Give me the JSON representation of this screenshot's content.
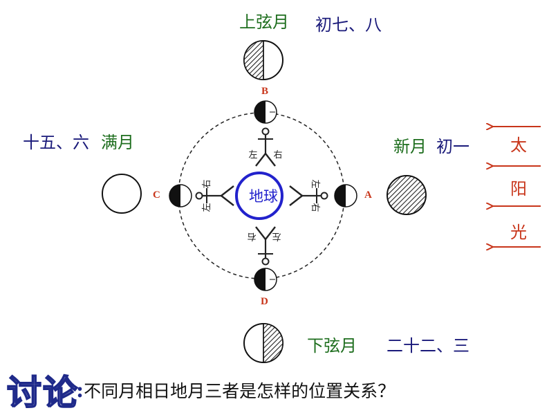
{
  "phases": {
    "first_quarter": {
      "name": "上弦月",
      "dates": "初七、八"
    },
    "full": {
      "dates": "十五、六",
      "name": "满月"
    },
    "new": {
      "name": "新月",
      "dates": "初一"
    },
    "last_quarter": {
      "name": "下弦月",
      "dates": "二十二、三"
    }
  },
  "sunlight": [
    "太",
    "阳",
    "光"
  ],
  "positions": {
    "a": "A",
    "b": "B",
    "c": "C",
    "d": "D"
  },
  "earth_label": "地球",
  "observer": {
    "left": "左",
    "right": "右"
  },
  "discussion": {
    "heading": "讨论",
    "colon": ":",
    "question": "不同月相日地月三者是怎样的位置关系？"
  },
  "colors": {
    "green": "#1e6e1e",
    "navy": "#1a1a7a",
    "sun_red": "#c8351a",
    "earth_blue": "#2222cc"
  }
}
